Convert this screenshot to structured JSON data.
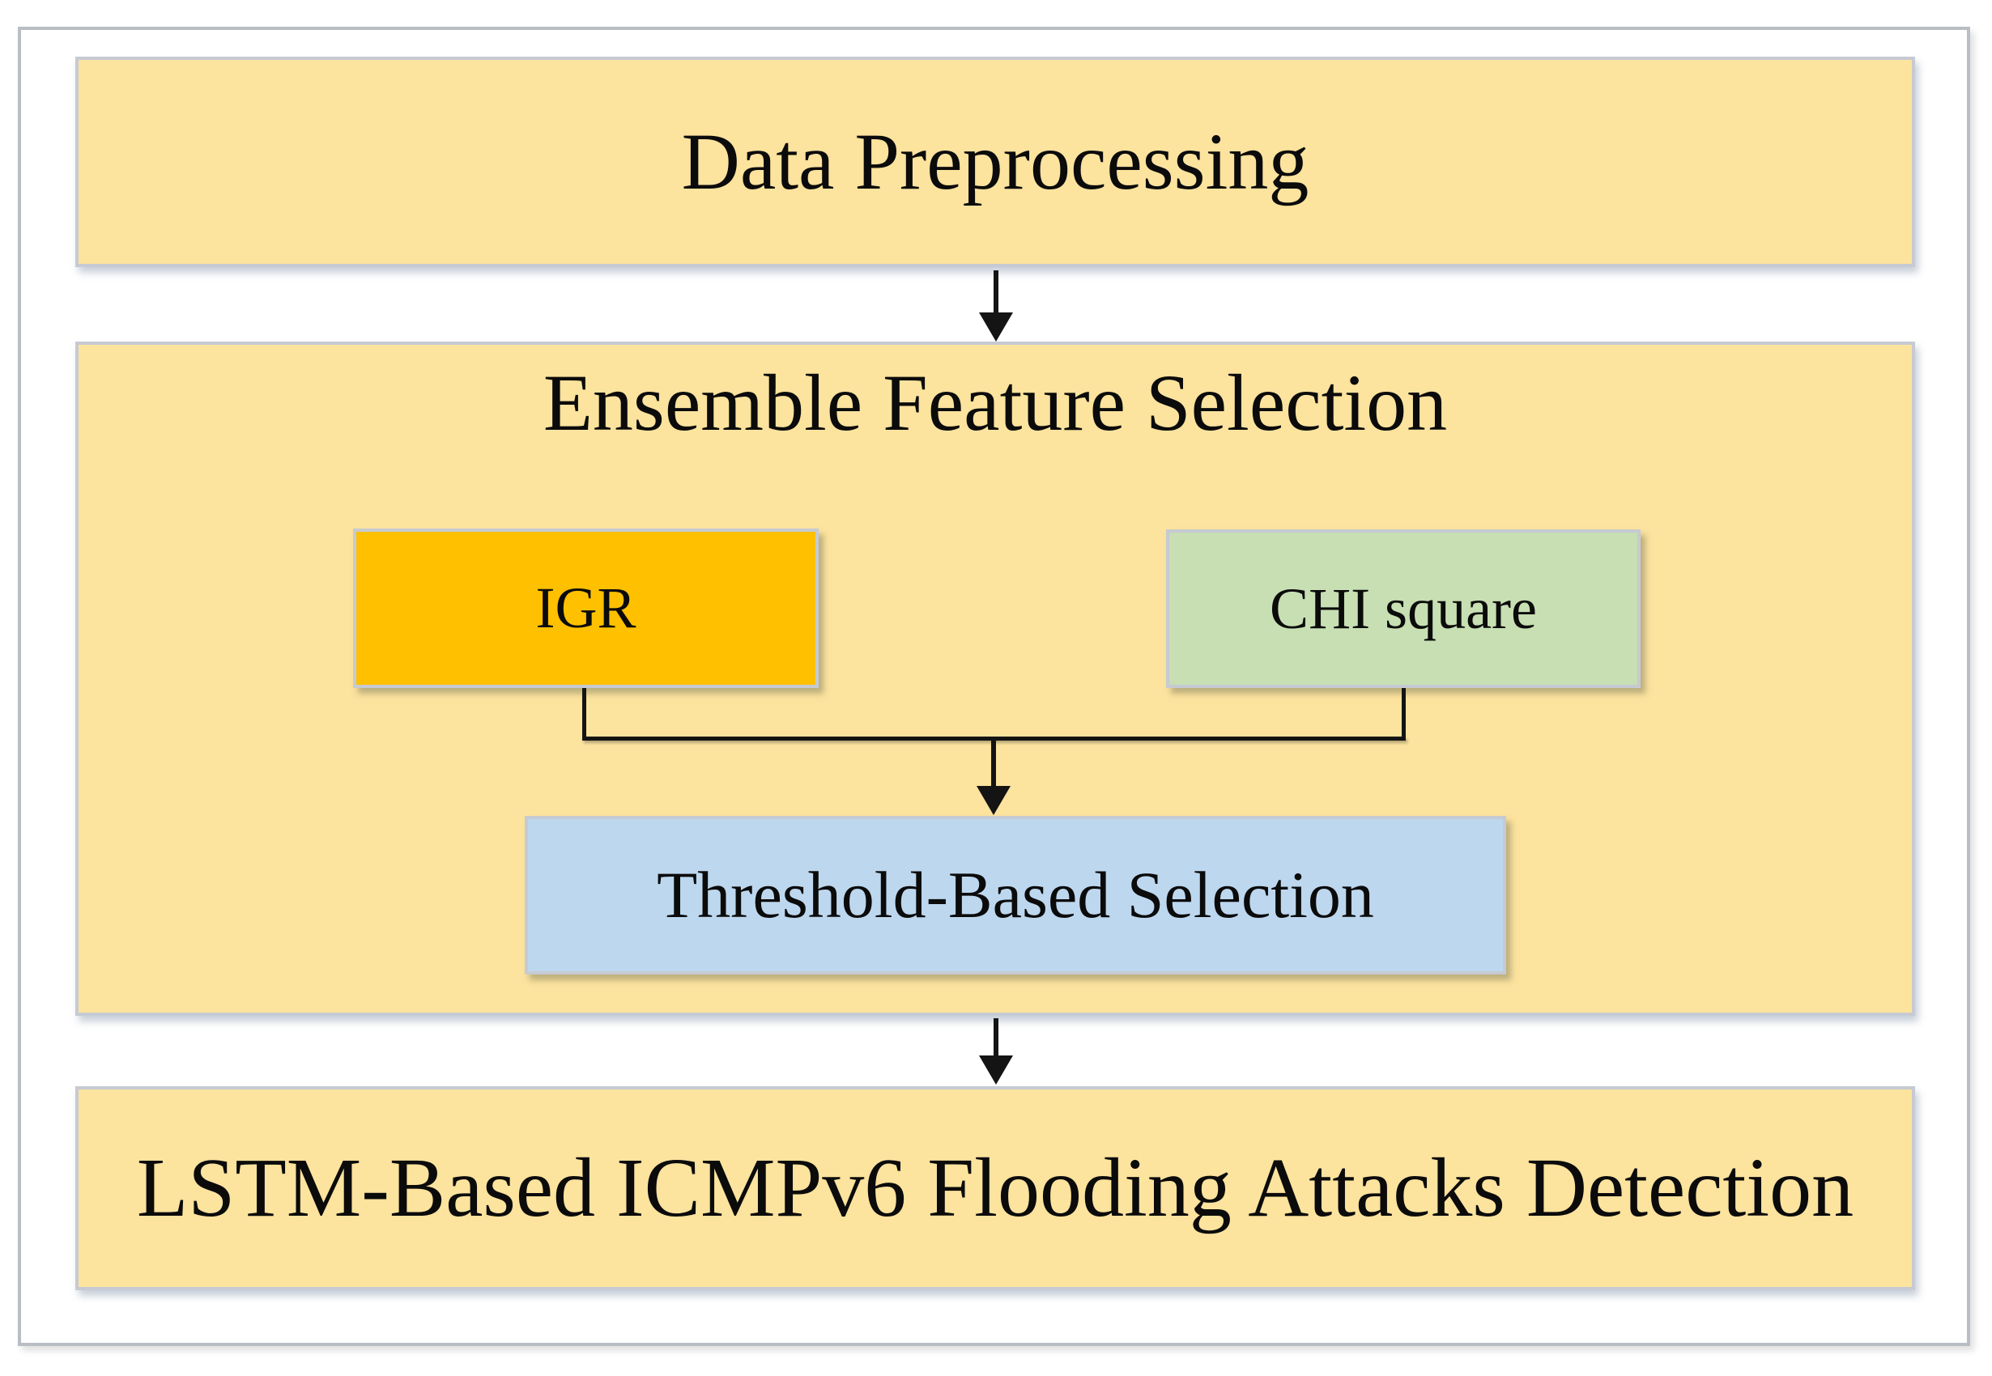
{
  "diagram": {
    "top_box": {
      "label": "Data Preprocessing"
    },
    "ensemble": {
      "title": "Ensemble Feature Selection"
    },
    "igr_box": {
      "label": "IGR"
    },
    "chi_box": {
      "label": "CHI square"
    },
    "threshold_box": {
      "label": "Threshold-Based Selection"
    },
    "bottom_box": {
      "label": "LSTM-Based ICMPv6 Flooding Attacks Detection"
    }
  },
  "colors": {
    "panel_yellow": "#FCE39E",
    "igr_orange": "#FFC000",
    "chi_green": "#C7DFB2",
    "threshold_blue": "#BDD7EE",
    "arrow_black": "#141414",
    "text_black": "#0b0b0b",
    "box_border_gray": "#C6CAD2",
    "frame_border_gray": "#B9BEC5",
    "page_white": "#FFFFFF"
  }
}
